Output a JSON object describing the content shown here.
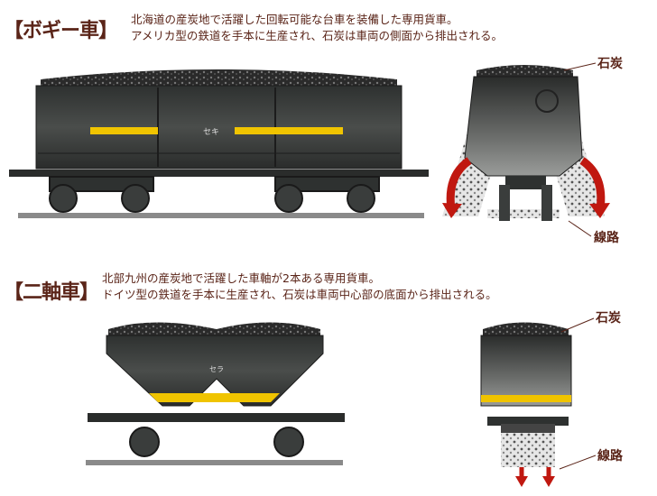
{
  "bogie": {
    "title": "【ボギー車】",
    "desc_line1": "北海道の産炭地で活躍した回転可能な台車を装備した専用貨車。",
    "desc_line2": "アメリカ型の鉄道を手本に生産され、石炭は車両の側面から排出される。",
    "car_mark": "セキ",
    "label_coal": "石炭",
    "label_track": "線路"
  },
  "two_axle": {
    "title": "【二軸車】",
    "desc_line1": "北部九州の産炭地で活躍した車軸が2本ある専用貨車。",
    "desc_line2": "ドイツ型の鉄道を手本に生産され、石炭は車両中心部の底面から排出される。",
    "car_mark": "セラ",
    "label_coal": "石炭",
    "label_track": "線路"
  },
  "colors": {
    "text": "#5a2418",
    "body": "#3a3d3c",
    "stripe": "#f0c400",
    "arrow": "#c01810"
  }
}
